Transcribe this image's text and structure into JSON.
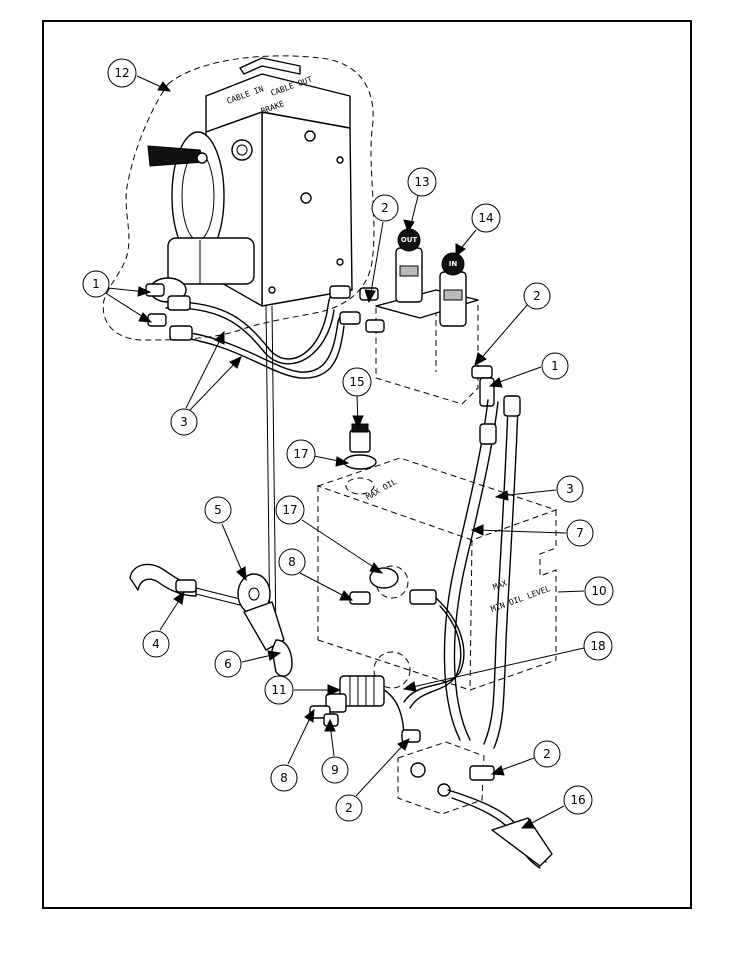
{
  "diagram": {
    "callouts": [
      {
        "id": "c12a",
        "label": "12"
      },
      {
        "id": "c2a",
        "label": "2"
      },
      {
        "id": "c13",
        "label": "13"
      },
      {
        "id": "c14",
        "label": "14"
      },
      {
        "id": "c1a",
        "label": "1"
      },
      {
        "id": "c2b",
        "label": "2"
      },
      {
        "id": "c1b",
        "label": "1"
      },
      {
        "id": "c3a",
        "label": "3"
      },
      {
        "id": "c15",
        "label": "15"
      },
      {
        "id": "c17a",
        "label": "17"
      },
      {
        "id": "c5",
        "label": "5"
      },
      {
        "id": "c17b",
        "label": "17"
      },
      {
        "id": "c3b",
        "label": "3"
      },
      {
        "id": "c7",
        "label": "7"
      },
      {
        "id": "c8a",
        "label": "8"
      },
      {
        "id": "c10",
        "label": "10"
      },
      {
        "id": "c4",
        "label": "4"
      },
      {
        "id": "c6",
        "label": "6"
      },
      {
        "id": "c18",
        "label": "18"
      },
      {
        "id": "c11",
        "label": "11"
      },
      {
        "id": "c2c",
        "label": "2"
      },
      {
        "id": "c8b",
        "label": "8"
      },
      {
        "id": "c9",
        "label": "9"
      },
      {
        "id": "c2d",
        "label": "2"
      },
      {
        "id": "c16",
        "label": "16"
      }
    ],
    "decals": {
      "winch_cable_in": "CABLE IN",
      "winch_brake": "BRAKE",
      "winch_cable_out": "CABLE OUT",
      "tank_top": "MAX OIL",
      "tank_max": "MAX",
      "tank_min": "MIN OIL LEVEL"
    },
    "badges": {
      "coupler_13": "OUT",
      "coupler_14": "IN"
    }
  }
}
